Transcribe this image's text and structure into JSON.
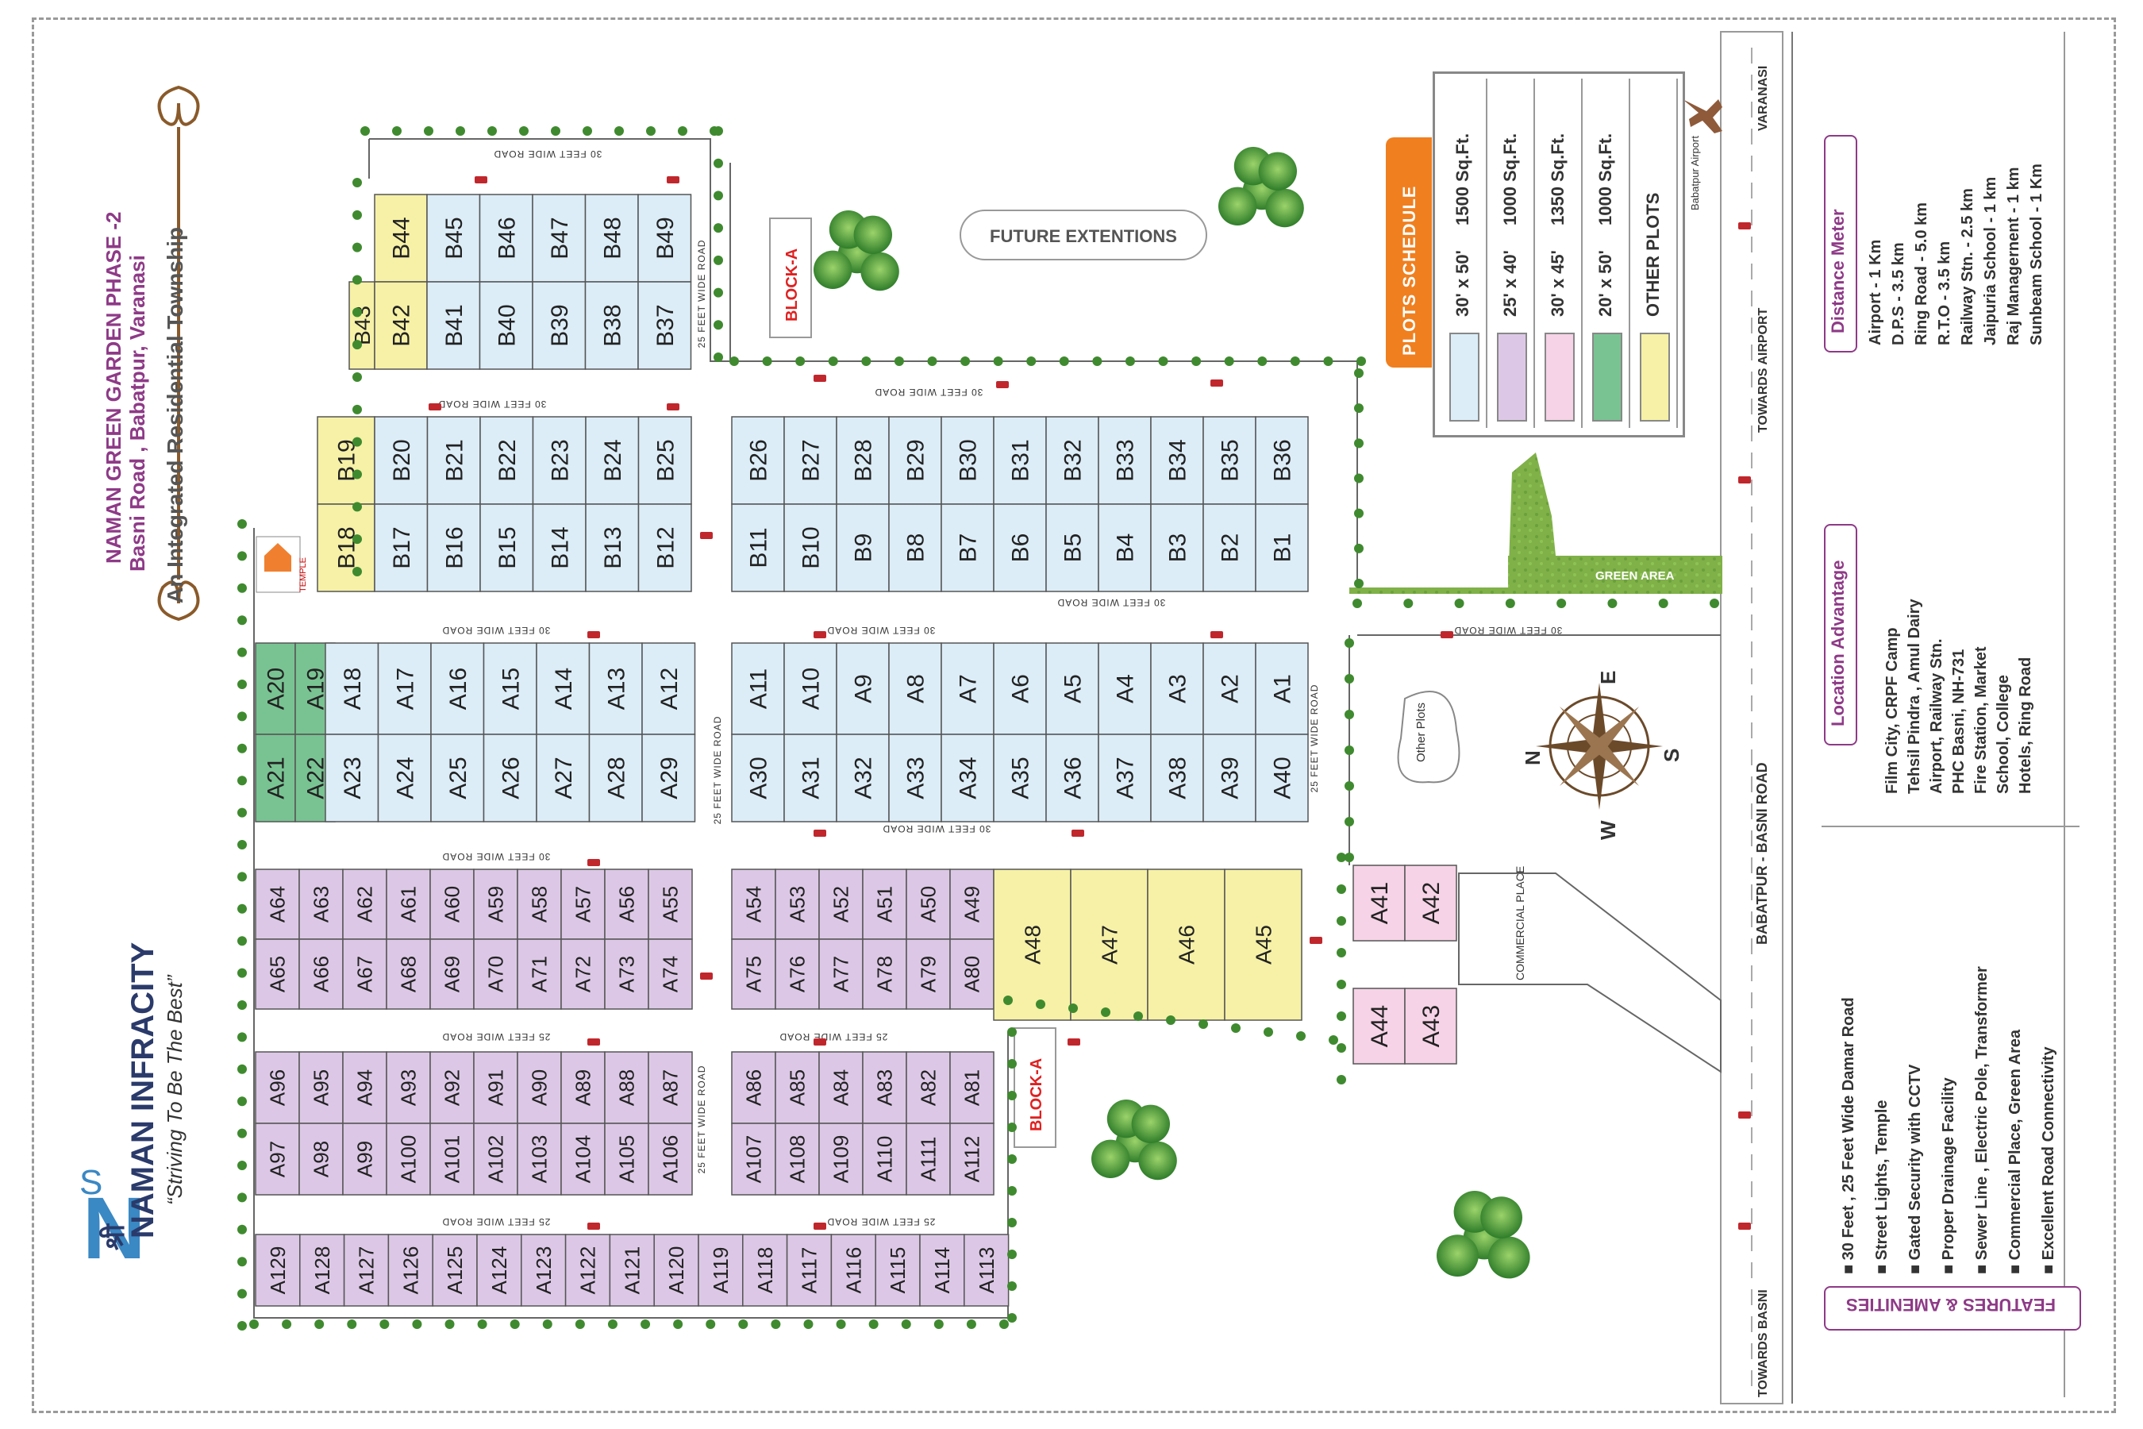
{
  "brand": {
    "shri": "श्री",
    "name": "NAMAN INFRACITY",
    "tagline": "“Striving To Be The Best”"
  },
  "project": {
    "title": "NAMAN GREEN GARDEN PHASE -2",
    "address": "Basni Road , Babatpur, Varanasi",
    "subtitle": "An Integrated Residential Township"
  },
  "map": {
    "future": "FUTURE EXTENTIONS",
    "block_a": "BLOCK-A",
    "green_area": "GREEN AREA",
    "other_plots": "Other Plots",
    "commercial": "COMMERCIAL PLACE",
    "temple": "TEMPLE",
    "road30": "30 FEET WIDE ROAD",
    "road25": "25 FEET WIDE ROAD",
    "main_road": "BABATPUR - BASNI ROAD",
    "towards_airport": "TOWARDS AIRPORT",
    "towards_basni": "TOWARDS BASNI",
    "varanasi": "VARANASI",
    "airport": "Babatpur Airport",
    "compass": {
      "n": "N",
      "e": "E",
      "s": "S",
      "w": "W"
    }
  },
  "schedule": {
    "title": "PLOTS SCHEDULE",
    "rows": [
      {
        "size": "30' x 50'",
        "area": "1500 Sq.Ft.",
        "color": "#dcedf8"
      },
      {
        "size": "25' x 40'",
        "area": "1000 Sq.Ft.",
        "color": "#dcc8e6"
      },
      {
        "size": "30' x 45'",
        "area": "1350 Sq.Ft.",
        "color": "#f6d3e6"
      },
      {
        "size": "20' x 50'",
        "area": "1000 Sq.Ft.",
        "color": "#79c393"
      },
      {
        "size": "OTHER PLOTS",
        "area": "",
        "color": "#f6f1a6"
      }
    ]
  },
  "distance": {
    "title": "Distance Meter",
    "items": [
      "Airport - 1 Km",
      "D.P.S - 3.5 km",
      "Ring Road - 5.0 km",
      "R.T.O - 3.5 km",
      "Railway Stn. - 2.5 km",
      "Jaipuria School - 1 km",
      "Raj Managernent - 1 km",
      "Sunbeam School - 1 Km"
    ]
  },
  "location": {
    "title": "Location Advantage",
    "items": [
      "Film City, CRPF Camp",
      "Tehsil Pindra , Amul Dairy",
      "Airport, Railway Stn.",
      "PHC Basni, NH-731",
      "Fire Station, Market",
      "School, College",
      "Hotels, Ring Road"
    ]
  },
  "features": {
    "title": "FEATURES & AMENITIES",
    "items": [
      "30 Feet , 25 Feet Wide Damar Road",
      "Street Lights, Temple",
      "Gated Security with CCTV",
      "Proper Drainage Facility",
      "Sewer Line , Electric Pole, Transformer",
      "Commercial Place, Green Area",
      "Excellent Road Connectivity"
    ]
  },
  "colors": {
    "blue": "#dcedf8",
    "lilac": "#dcc8e6",
    "green": "#79c393",
    "yellow": "#f6f1a6",
    "pink": "#f6d3e6",
    "accent_purple": "#8e3a87",
    "orange": "#f07f1f",
    "red": "#e02020"
  },
  "plots": {
    "block_b_top": [
      "B44",
      "B45",
      "B46",
      "B47",
      "B48",
      "B49",
      "B43",
      "B42",
      "B41",
      "B40",
      "B39",
      "B38",
      "B37"
    ],
    "block_b_left": [
      "B19",
      "B20",
      "B21",
      "B22",
      "B23",
      "B24",
      "B25",
      "B18",
      "B17",
      "B16",
      "B15",
      "B14",
      "B13",
      "B12"
    ],
    "block_b_right": [
      "B26",
      "B27",
      "B28",
      "B29",
      "B30",
      "B31",
      "B32",
      "B33",
      "B34",
      "B35",
      "B36",
      "B11",
      "B10",
      "B9",
      "B8",
      "B7",
      "B6",
      "B5",
      "B4",
      "B3",
      "B2",
      "B1"
    ],
    "block_a_left_green": [
      "A20",
      "A19",
      "A21",
      "A22"
    ],
    "block_a_left": [
      "A18",
      "A17",
      "A16",
      "A15",
      "A14",
      "A13",
      "A12",
      "A23",
      "A24",
      "A25",
      "A26",
      "A27",
      "A28",
      "A29"
    ],
    "block_a_right": [
      "A11",
      "A10",
      "A9",
      "A8",
      "A7",
      "A6",
      "A5",
      "A4",
      "A3",
      "A2",
      "A1",
      "A30",
      "A31",
      "A32",
      "A33",
      "A34",
      "A35",
      "A36",
      "A37",
      "A38",
      "A39",
      "A40"
    ],
    "block_a_mid_left": [
      "A64",
      "A63",
      "A62",
      "A61",
      "A60",
      "A59",
      "A58",
      "A57",
      "A56",
      "A55",
      "A65",
      "A66",
      "A67",
      "A68",
      "A69",
      "A70",
      "A71",
      "A72",
      "A73",
      "A74"
    ],
    "block_a_mid_right": [
      "A54",
      "A53",
      "A52",
      "A51",
      "A50",
      "A49",
      "A75",
      "A76",
      "A77",
      "A78",
      "A79",
      "A80"
    ],
    "block_a_yellow": [
      "A48",
      "A47",
      "A46",
      "A45"
    ],
    "block_a_pink": [
      "A41",
      "A42",
      "A44",
      "A43"
    ],
    "block_a_low_left": [
      "A96",
      "A95",
      "A94",
      "A93",
      "A92",
      "A91",
      "A90",
      "A89",
      "A88",
      "A87",
      "A97",
      "A98",
      "A99",
      "A100",
      "A101",
      "A102",
      "A103",
      "A104",
      "A105",
      "A106"
    ],
    "block_a_low_right": [
      "A86",
      "A85",
      "A84",
      "A83",
      "A82",
      "A81",
      "A107",
      "A108",
      "A109",
      "A110",
      "A111",
      "A112"
    ],
    "block_a_bottom": [
      "A129",
      "A128",
      "A127",
      "A126",
      "A125",
      "A124",
      "A123",
      "A122",
      "A121",
      "A120",
      "A119",
      "A118",
      "A117",
      "A116",
      "A115",
      "A114",
      "A113"
    ]
  }
}
